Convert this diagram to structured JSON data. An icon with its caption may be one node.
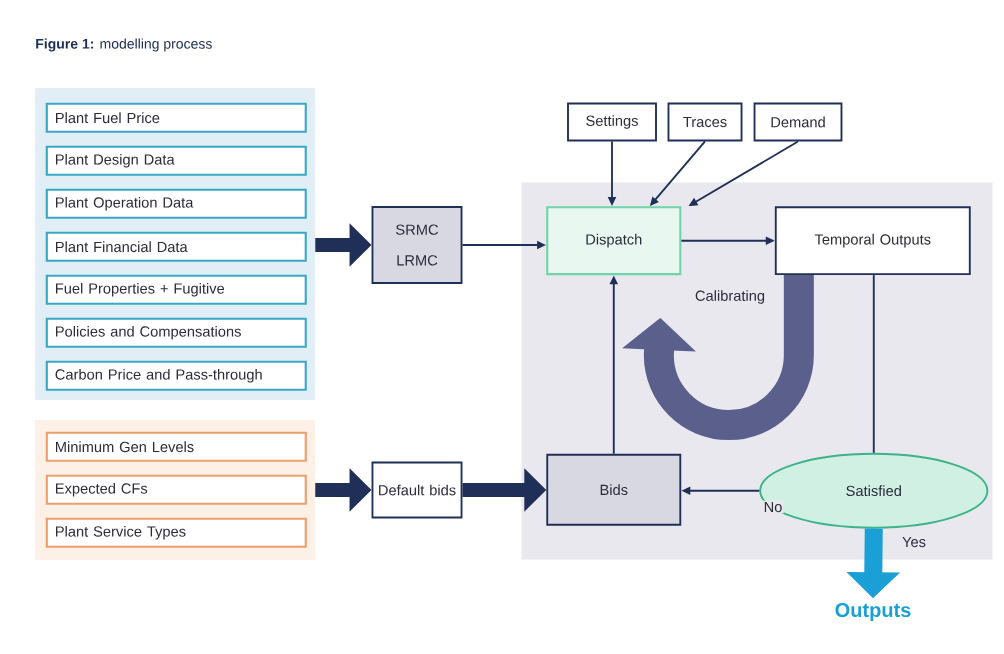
{
  "diagram": {
    "title": "**Figure 1:** modelling process",
    "nodes": [
      {
        "text": [],
        "shape": "box"
      },
      {
        "text": [
          "Plant Fuel Price"
        ],
        "in": 0
      },
      {
        "text": [
          "Plant Design Data"
        ],
        "in": 0
      },
      {
        "text": [
          "Plant Operation Data"
        ],
        "in": 0
      },
      {
        "text": [
          "Plant Financial Data"
        ],
        "in": 0
      },
      {
        "text": [
          "Fuel Properties + Fugitive"
        ],
        "in": 0
      },
      {
        "text": [
          "Policies and Compensations"
        ],
        "in": 0
      },
      {
        "text": [
          "Carbon Price and Pass-through"
        ],
        "in": 0
      },
      {
        "text": [],
        "shape": "box"
      },
      {
        "text": [
          "Minimum Gen Levels"
        ],
        "in": 8
      },
      {
        "text": [
          "Expected CFs"
        ],
        "in": 8
      },
      {
        "text": [
          "Plant Service Types"
        ],
        "in": 8
      },
      {
        "text": [
          "SRMC",
          "LRMC"
        ]
      },
      {
        "text": [
          "Default bids"
        ]
      },
      {
        "text": [],
        "shape": "box"
      },
      {
        "text": [
          "Settings"
        ]
      },
      {
        "text": [
          "Traces"
        ]
      },
      {
        "text": [
          "Demand"
        ]
      },
      {
        "text": [
          "Dispatch"
        ],
        "in": 14
      },
      {
        "text": [
          "Temporal Outputs"
        ],
        "in": 14
      },
      {
        "text": [
          "Bids"
        ],
        "in": 14
      },
      {
        "text": [
          "Satisfied"
        ],
        "in": 14
      },
      {
        "text": [
          "Outputs"
        ]
      }
    ],
    "edges": [
      {
        "from": 0,
        "to": 12,
        "arrow": "to",
        "style": "thick"
      },
      {
        "from": 12,
        "to": 18,
        "arrow": "to"
      },
      {
        "from": 15,
        "to": 18,
        "arrow": "to"
      },
      {
        "from": 16,
        "to": 18,
        "arrow": "to"
      },
      {
        "from": 17,
        "to": 18,
        "arrow": "to"
      },
      {
        "from": 18,
        "to": 19,
        "arrow": "to"
      },
      {
        "from": 19,
        "to": 18,
        "arrow": "to",
        "label": "Calibrating",
        "style": "thick",
        "color": "#5b5f8c"
      },
      {
        "from": 19,
        "to": 21,
        "arrow": "none"
      },
      {
        "from": 21,
        "to": 20,
        "arrow": "to",
        "label": "No"
      },
      {
        "from": 20,
        "to": 18,
        "arrow": "to"
      },
      {
        "from": 8,
        "to": 13,
        "arrow": "to",
        "style": "thick"
      },
      {
        "from": 13,
        "to": 20,
        "arrow": "to",
        "style": "thick"
      },
      {
        "from": 21,
        "to": 22,
        "arrow": "to",
        "label": "Yes",
        "style": "thick",
        "color": "#1a9fd6"
      }
    ]
  }
}
